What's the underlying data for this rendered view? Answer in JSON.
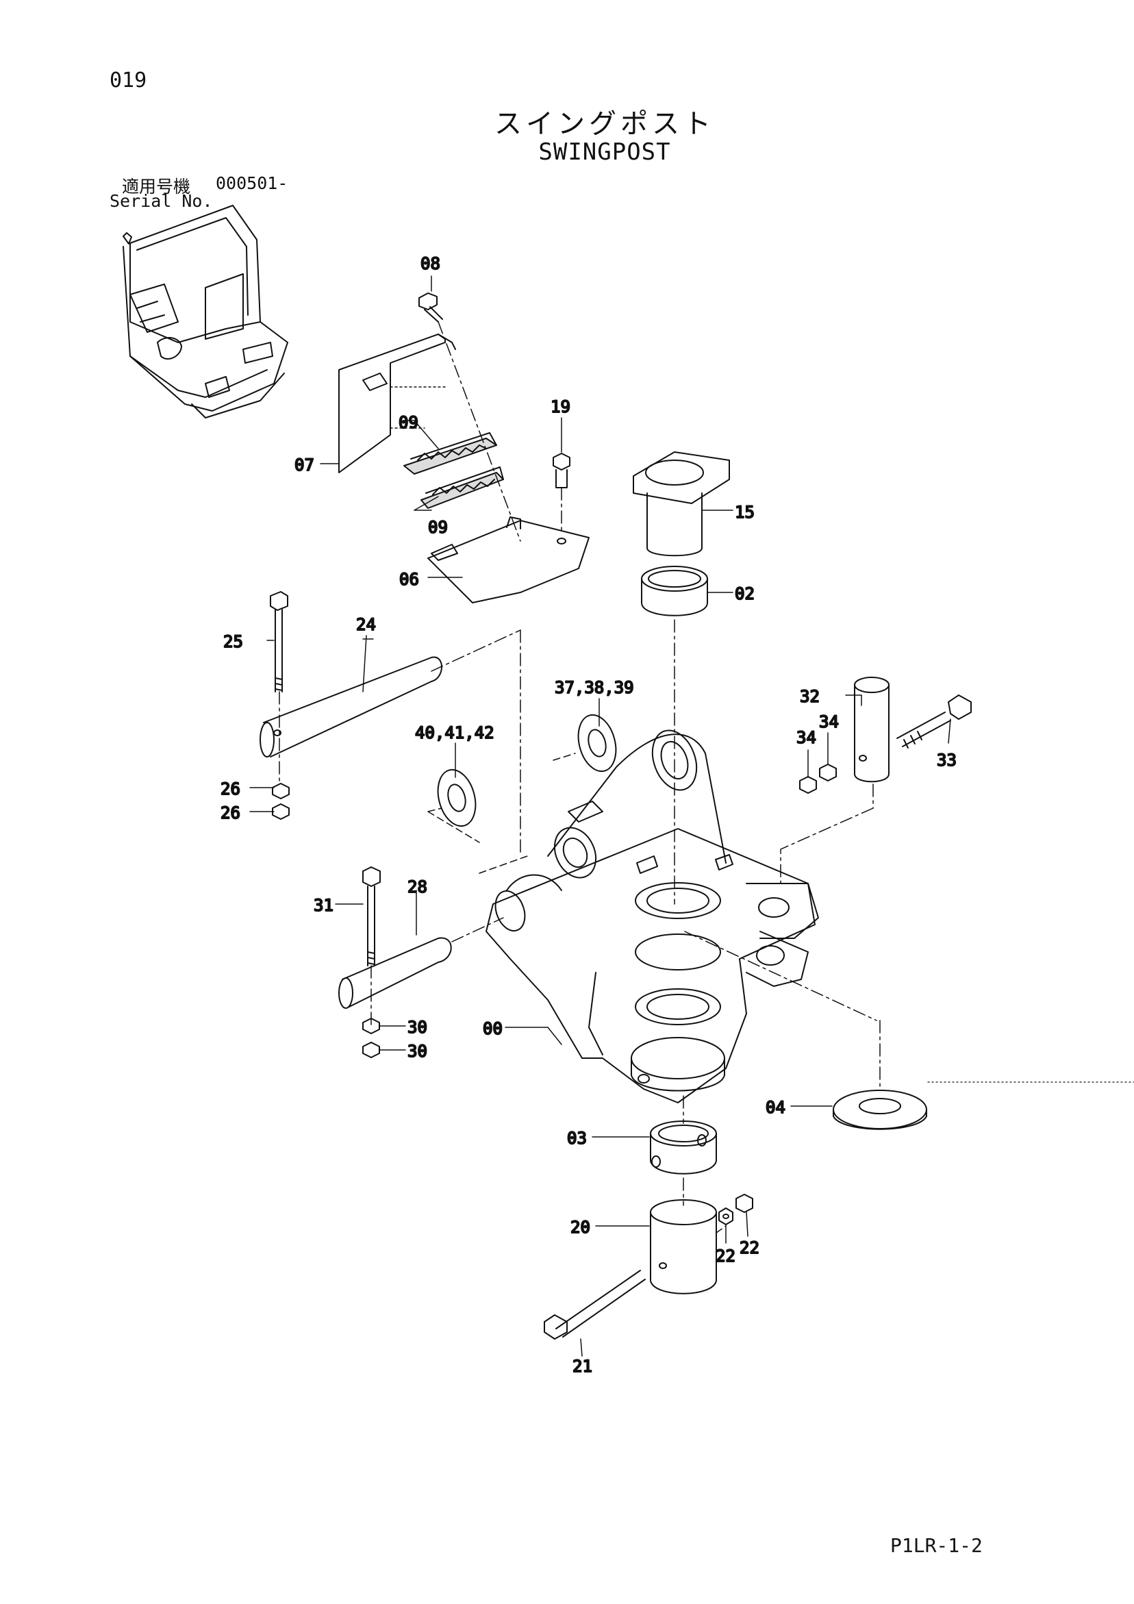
{
  "page_number": "019",
  "title_jp": "スイングポスト",
  "title_en": "SWINGPOST",
  "serial": {
    "label_jp": "適用号機",
    "label_en": "Serial No.",
    "value": "000501-"
  },
  "footer_code": "P1LR-1-2",
  "callouts": {
    "c00": "00",
    "c02": "02",
    "c03": "03",
    "c04": "04",
    "c06": "06",
    "c07": "07",
    "c08": "08",
    "c09a": "09",
    "c09b": "09",
    "c15": "15",
    "c19": "19",
    "c20": "20",
    "c21": "21",
    "c22a": "22",
    "c22b": "22",
    "c24": "24",
    "c25": "25",
    "c26a": "26",
    "c26b": "26",
    "c28": "28",
    "c30a": "30",
    "c30b": "30",
    "c31": "31",
    "c32": "32",
    "c33": "33",
    "c34a": "34",
    "c34b": "34",
    "c37": "37,38,39",
    "c40": "40,41,42"
  }
}
